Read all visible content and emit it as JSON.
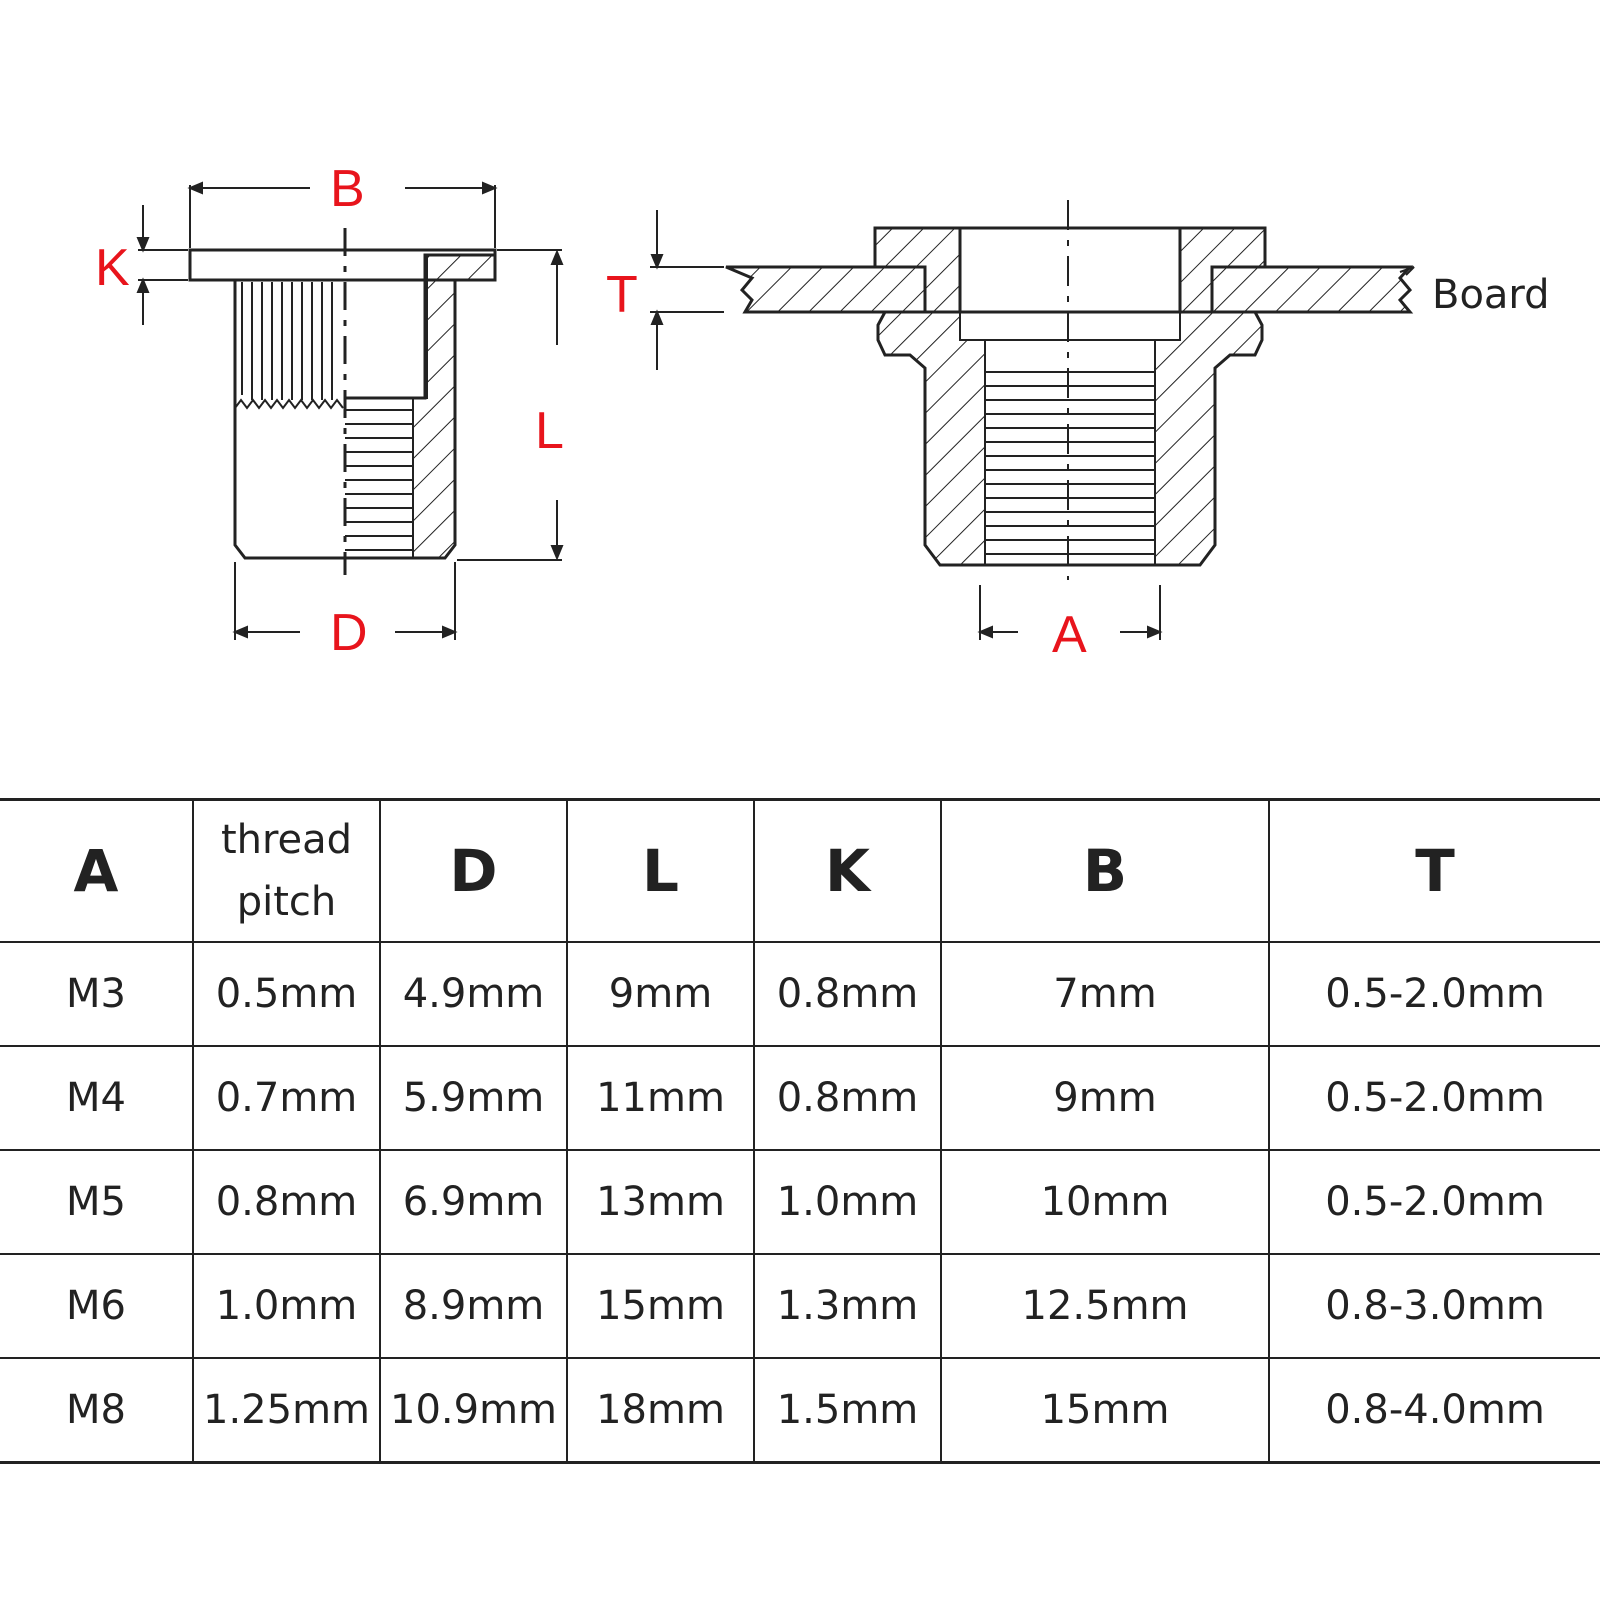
{
  "drawing": {
    "labels": {
      "B": "B",
      "K": "K",
      "L": "L",
      "D": "D",
      "T": "T",
      "A": "A",
      "board": "Board"
    },
    "label_color": "#e8141c",
    "line_color": "#222222"
  },
  "table": {
    "headers": [
      "A",
      "thread pitch",
      "D",
      "L",
      "K",
      "B",
      "T"
    ],
    "header_pitch_lines": [
      "thread",
      "pitch"
    ],
    "rows": [
      [
        "M3",
        "0.5mm",
        "4.9mm",
        "9mm",
        "0.8mm",
        "7mm",
        "0.5-2.0mm"
      ],
      [
        "M4",
        "0.7mm",
        "5.9mm",
        "11mm",
        "0.8mm",
        "9mm",
        "0.5-2.0mm"
      ],
      [
        "M5",
        "0.8mm",
        "6.9mm",
        "13mm",
        "1.0mm",
        "10mm",
        "0.5-2.0mm"
      ],
      [
        "M6",
        "1.0mm",
        "8.9mm",
        "15mm",
        "1.3mm",
        "12.5mm",
        "0.8-3.0mm"
      ],
      [
        "M8",
        "1.25mm",
        "10.9mm",
        "18mm",
        "1.5mm",
        "15mm",
        "0.8-4.0mm"
      ]
    ]
  }
}
